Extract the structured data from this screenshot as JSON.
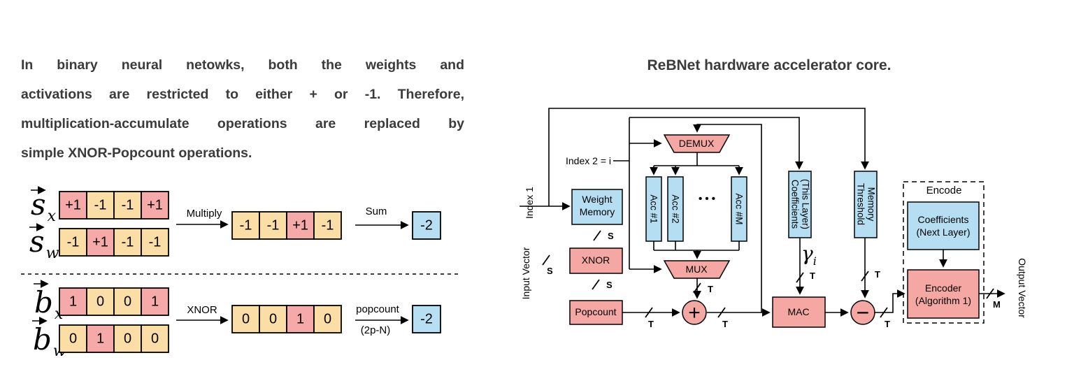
{
  "colors": {
    "diagram_pink": "#F4A7A3",
    "diagram_blue": "#B5DEF2",
    "cell_pink": "#F5A9A9",
    "cell_tan": "#FBDDA6",
    "cell_blue": "#B7DFF3",
    "stroke": "#000000",
    "text": "#3B3B3B"
  },
  "left": {
    "paragraph_lines": [
      "In binary neural netowks, both the weights and",
      "activations are restricted to either + or -1. Therefore,",
      "multiplication-accumulate operations are replaced by",
      "simple XNOR-Popcount operations."
    ],
    "vectors": {
      "sx": {
        "base": "s",
        "sub": "x",
        "cells": [
          "+1",
          "-1",
          "-1",
          "+1"
        ],
        "fills": [
          "#F5A9A9",
          "#FBDDA6",
          "#FBDDA6",
          "#F5A9A9"
        ]
      },
      "sw": {
        "base": "s",
        "sub": "w",
        "cells": [
          "-1",
          "+1",
          "-1",
          "-1"
        ],
        "fills": [
          "#FBDDA6",
          "#F5A9A9",
          "#FBDDA6",
          "#FBDDA6"
        ]
      },
      "bx": {
        "base": "b",
        "sub": "x",
        "cells": [
          "1",
          "0",
          "0",
          "1"
        ],
        "fills": [
          "#F5A9A9",
          "#FBDDA6",
          "#FBDDA6",
          "#F5A9A9"
        ]
      },
      "bw": {
        "base": "b",
        "sub": "w",
        "cells": [
          "0",
          "1",
          "0",
          "0"
        ],
        "fills": [
          "#FBDDA6",
          "#F5A9A9",
          "#FBDDA6",
          "#FBDDA6"
        ]
      },
      "mult_result": {
        "cells": [
          "-1",
          "-1",
          "+1",
          "-1"
        ],
        "fills": [
          "#FBDDA6",
          "#FBDDA6",
          "#F5A9A9",
          "#FBDDA6"
        ]
      },
      "xnor_result": {
        "cells": [
          "0",
          "0",
          "1",
          "0"
        ],
        "fills": [
          "#FBDDA6",
          "#FBDDA6",
          "#F5A9A9",
          "#FBDDA6"
        ]
      }
    },
    "labels": {
      "multiply": "Multiply",
      "sum": "Sum",
      "xnor": "XNOR",
      "popcount": "popcount",
      "popcount_sub": "(2p-N)",
      "sum_value": "-2",
      "popcount_value": "-2"
    }
  },
  "right": {
    "title": "ReBNet hardware accelerator core.",
    "blocks": {
      "weight1": "Weight",
      "weight2": "Memory",
      "xnor": "XNOR",
      "popcount": "Popcount",
      "demux": "DEMUX",
      "mux": "MUX",
      "acc1": "Acc #1",
      "acc2": "Acc #2",
      "accm": "Acc #M",
      "dots": "• • •",
      "coeff_this1": "Coefficients",
      "coeff_this2": "(This Layer)",
      "thresh1": "Threshold",
      "thresh2": "Memory",
      "mac": "MAC",
      "encode": "Encode",
      "coeff_next1": "Coefficients",
      "coeff_next2": "(Next Layer)",
      "encoder1": "Encoder",
      "encoder2": "(Algorithm 1)",
      "plus": "+",
      "minus": "−"
    },
    "labels": {
      "index1": "Index 1",
      "input_vector": "Input Vector",
      "index2": "Index 2 = i",
      "output_vector": "Output Vector",
      "gamma": "γ",
      "gamma_sub": "i",
      "s": "S",
      "t": "T",
      "m": "M"
    }
  }
}
